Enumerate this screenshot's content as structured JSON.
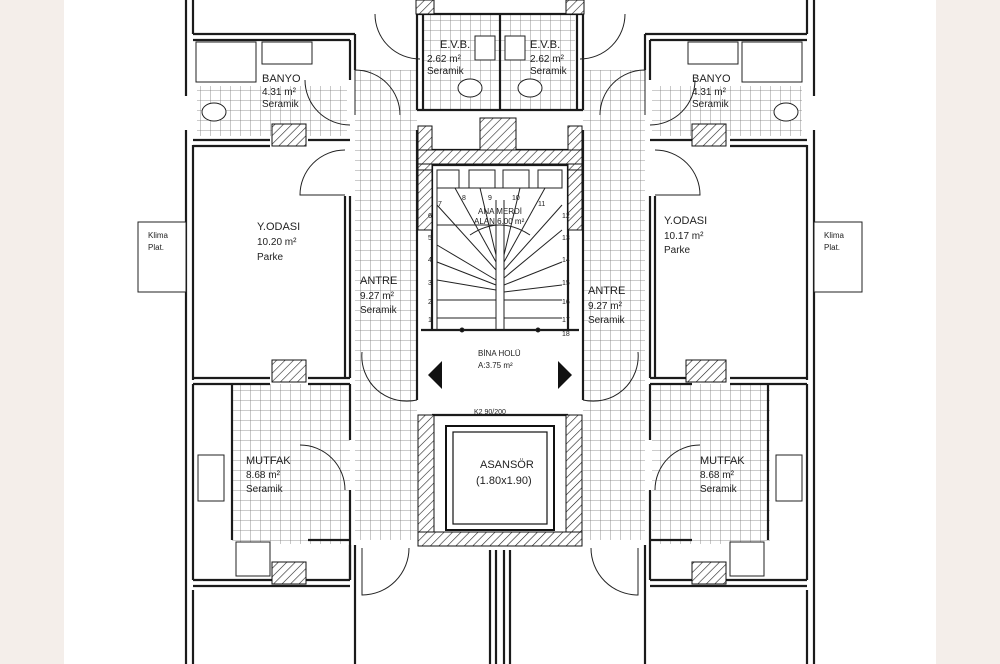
{
  "rooms": {
    "evb_left": {
      "name": "E.V.B.",
      "area": "2.62 m²",
      "floor": "Seramik"
    },
    "evb_right": {
      "name": "E.V.B.",
      "area": "2.62 m²",
      "floor": "Seramik"
    },
    "banyo_left": {
      "name": "BANYO",
      "area": "4.31 m²",
      "floor": "Seramik"
    },
    "banyo_right": {
      "name": "BANYO",
      "area": "4.31 m²",
      "floor": "Seramik"
    },
    "yodasi_left": {
      "name": "Y.ODASI",
      "area": "10.20 m²",
      "floor": "Parke"
    },
    "yodasi_right": {
      "name": "Y.ODASI",
      "area": "10.17 m²",
      "floor": "Parke"
    },
    "antre_left": {
      "name": "ANTRE",
      "area": "9.27 m²",
      "floor": "Seramik"
    },
    "antre_right": {
      "name": "ANTRE",
      "area": "9.27 m²",
      "floor": "Seramik"
    },
    "mutfak_left": {
      "name": "MUTFAK",
      "area": "8.68 m²",
      "floor": "Seramik"
    },
    "mutfak_right": {
      "name": "MUTFAK",
      "area": "8.68 m²",
      "floor": "Seramik"
    }
  },
  "klima_left": {
    "line1": "Klima",
    "line2": "Plat."
  },
  "klima_right": {
    "line1": "Klima",
    "line2": "Plat."
  },
  "stair": {
    "name": "ANA MERDİ",
    "area": "ALAN:6.00 m²",
    "steps": [
      "7",
      "8",
      "9",
      "10",
      "11",
      "12",
      "13",
      "14",
      "15",
      "16",
      "17",
      "18",
      "6",
      "5",
      "4",
      "3",
      "2",
      "1"
    ]
  },
  "hall": {
    "name": "BİNA HOLÜ",
    "area": "A:3.75 m²",
    "door": "K2 90/200"
  },
  "elevator": {
    "name": "ASANSÖR",
    "size": "(1.80x1.90)"
  }
}
